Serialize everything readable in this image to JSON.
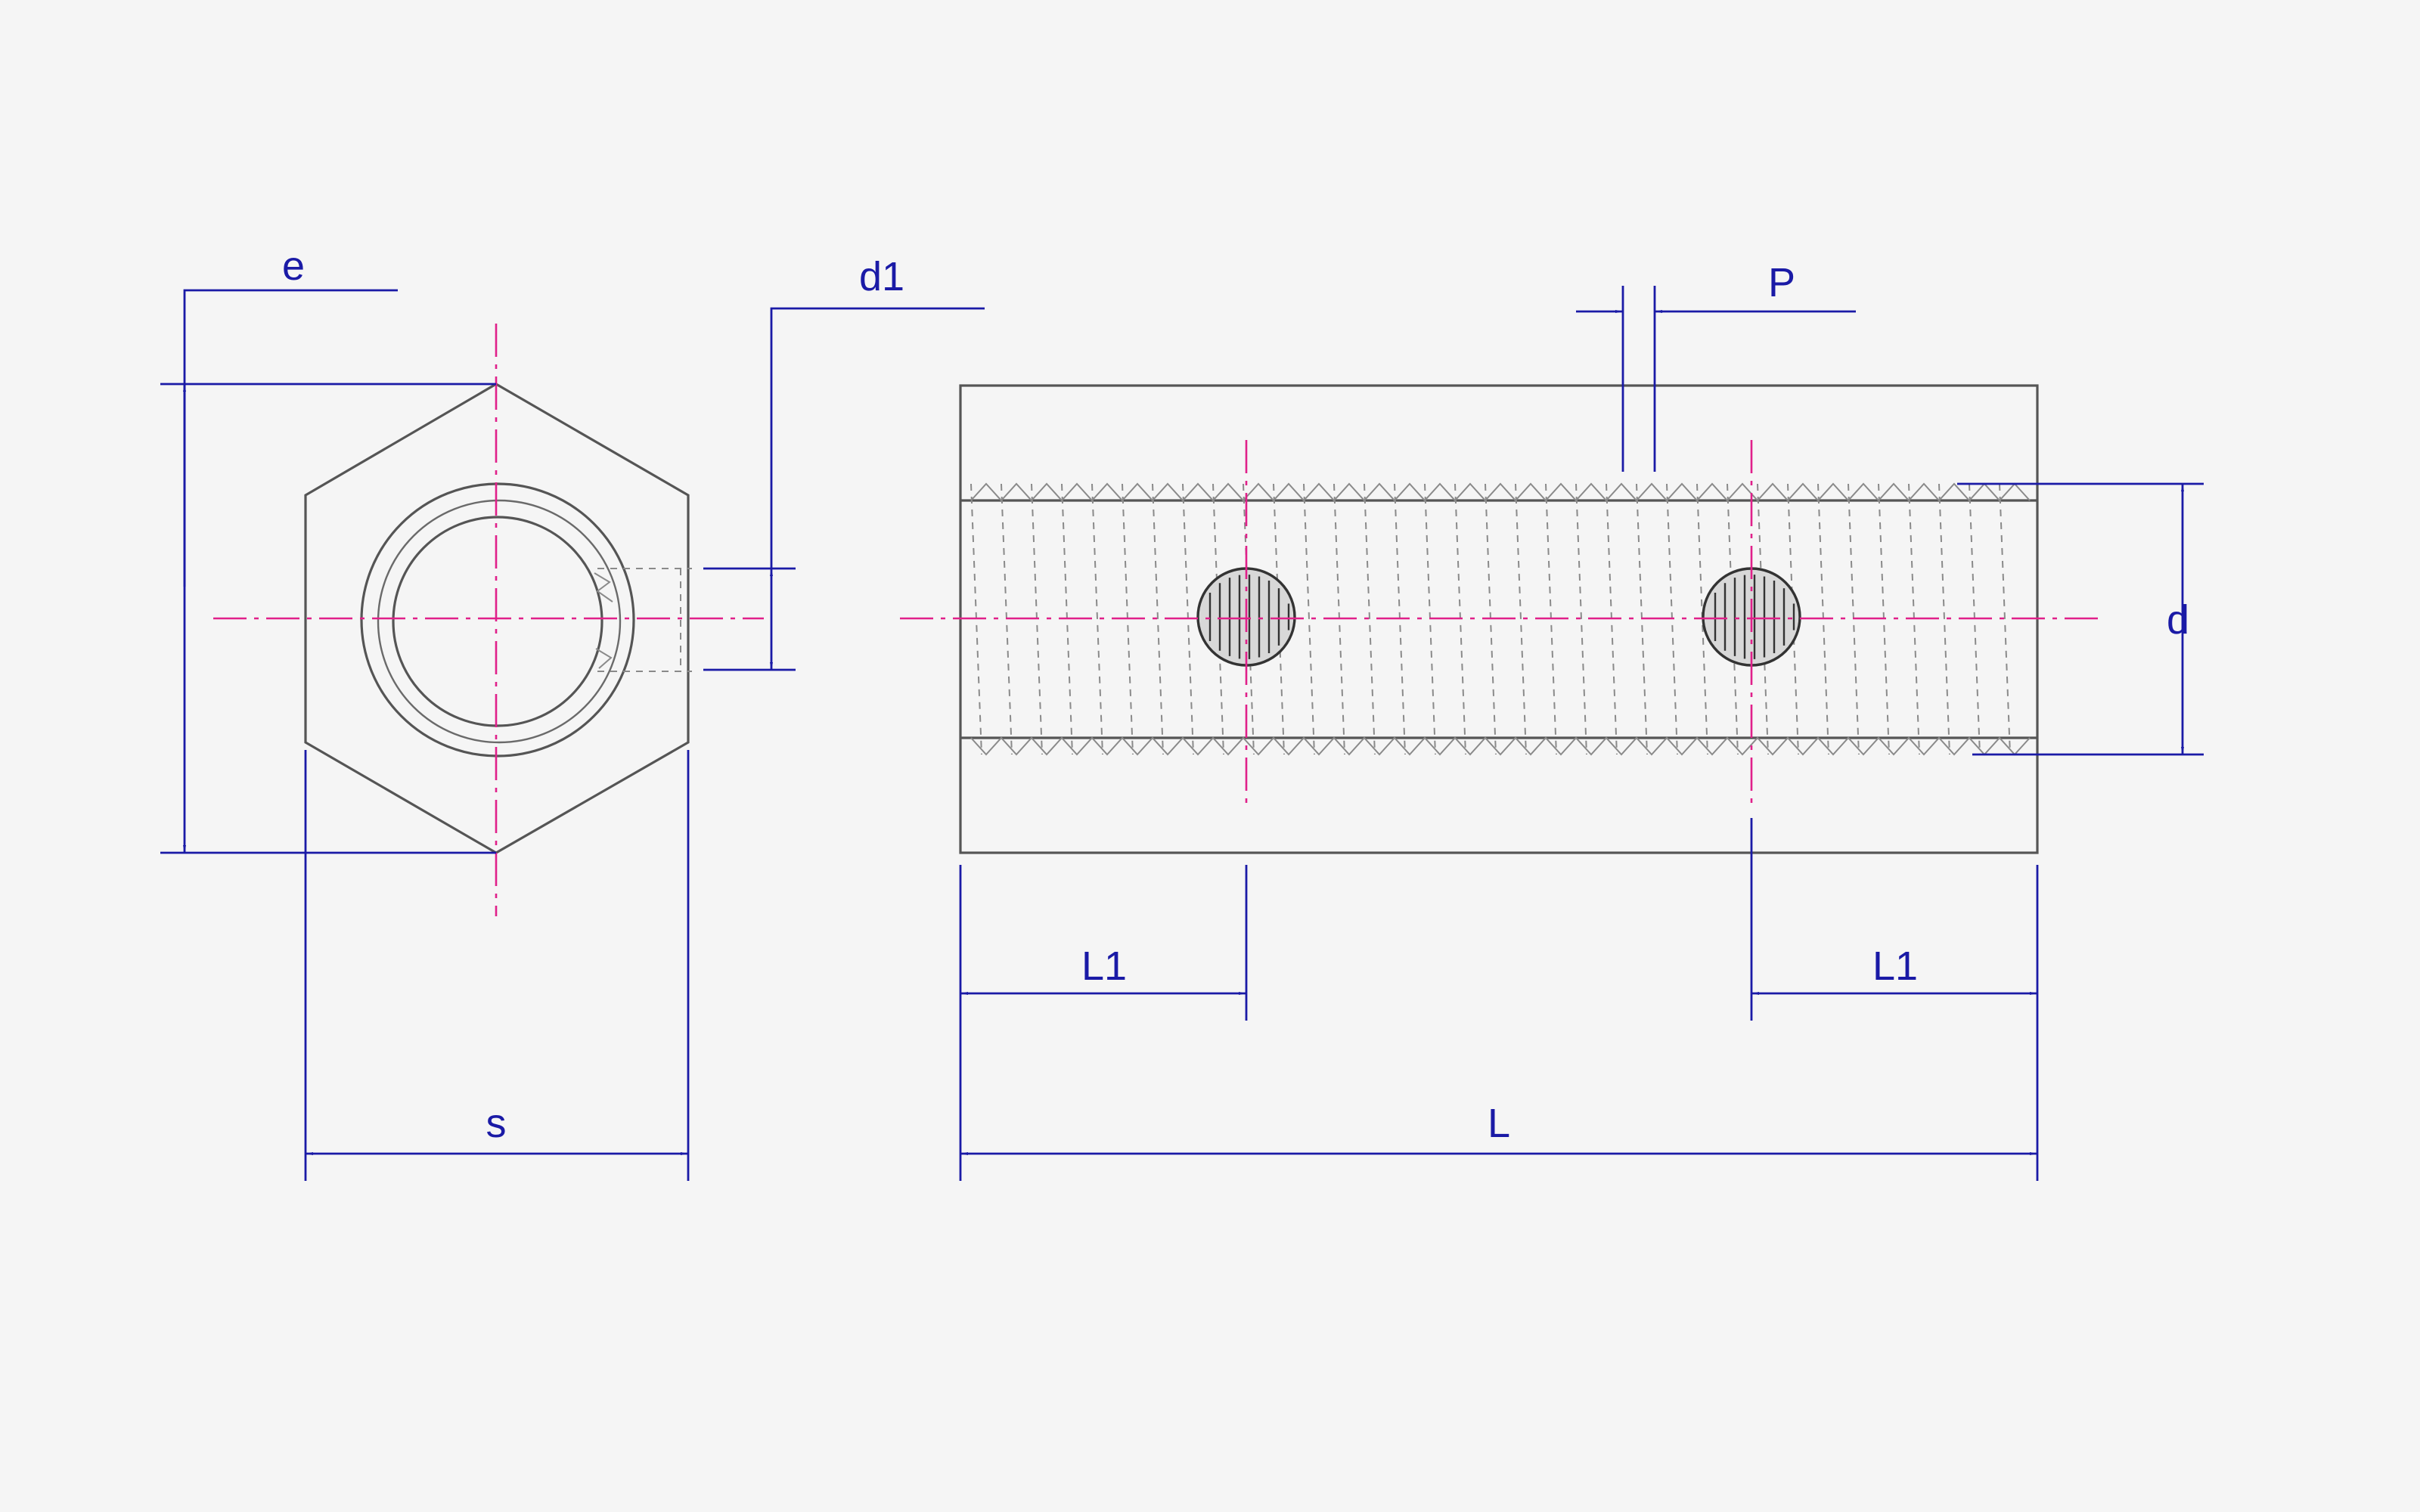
{
  "labels": {
    "e": "e",
    "d1": "d1",
    "s": "s",
    "p": "P",
    "d": "d",
    "l1_left": "L1",
    "l1_right": "L1",
    "l": "L"
  },
  "colors": {
    "outline": "#555555",
    "dimension": "#1a1aa6",
    "centerline": "#e0208a",
    "background": "#f5f5f5"
  }
}
